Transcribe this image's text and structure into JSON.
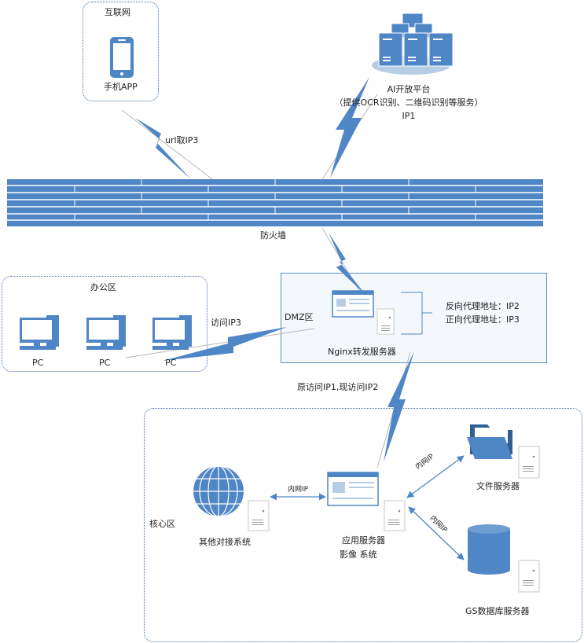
{
  "zones": {
    "internet": "互联网",
    "office": "办公区",
    "dmz": "DMZ区",
    "core": "核心区"
  },
  "nodes": {
    "mobile_app": "手机APP",
    "ai_platform": "AI开放平台",
    "ai_platform_desc": "（提供OCR识别、二维码识别等服务）",
    "ai_platform_ip": "IP1",
    "firewall": "防火墙",
    "pc": [
      "PC",
      "PC",
      "PC"
    ],
    "nginx": "Nginx转发服务器",
    "app_server": "应用服务器",
    "image_system": "影像 系统",
    "file_server": "文件服务器",
    "db_server": "GS数据库服务器",
    "other_systems": "其他对接系统"
  },
  "links": {
    "mobile_url": "url取IP3",
    "office_access": "访问IP3",
    "dmz_to_core": "原访问IP1,现访问IP2",
    "intranet_other": "内网IP",
    "intranet_file": "内网IP",
    "intranet_db": "内网IP"
  },
  "proxy": {
    "reverse": "反向代理地址：IP2",
    "forward": "正向代理地址：IP3"
  },
  "colors": {
    "accent": "#4f86c6",
    "zone_border": "#3d6fa3",
    "link_gray": "#b8b8b8"
  }
}
